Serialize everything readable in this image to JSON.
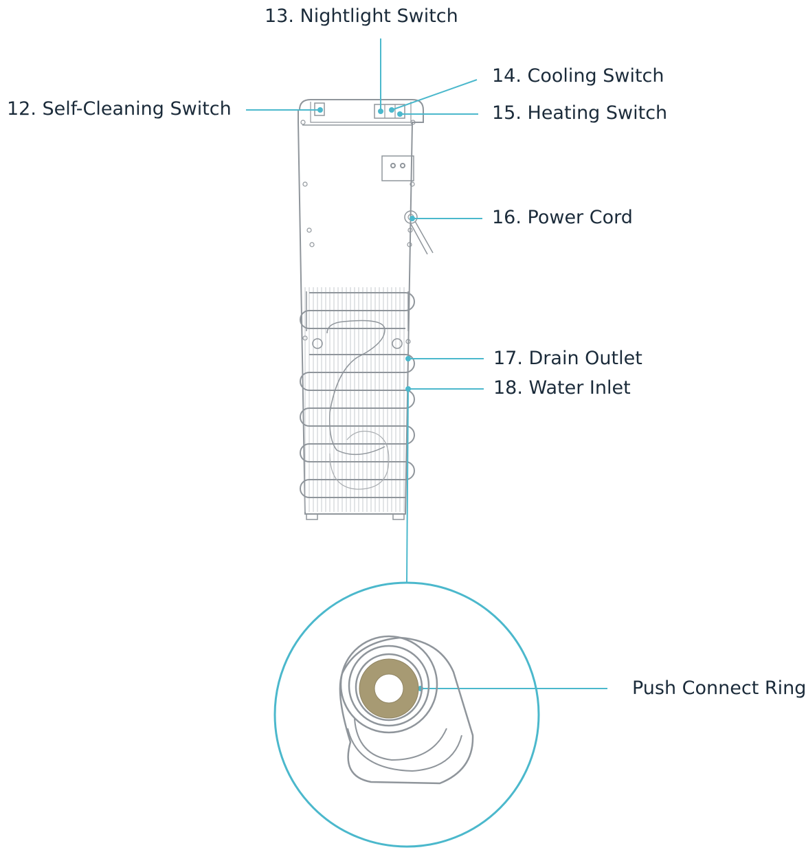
{
  "labels": {
    "self_cleaning_switch": "12. Self-Cleaning Switch",
    "nightlight_switch": "13. Nightlight Switch",
    "cooling_switch": "14. Cooling Switch",
    "heating_switch": "15. Heating Switch",
    "power_cord": "16. Power Cord",
    "drain_outlet": "17. Drain Outlet",
    "water_inlet": "18. Water Inlet",
    "push_connect_ring": "Push Connect Ring"
  },
  "colors": {
    "callout": "#4bb8cc",
    "outline": "#8f959b",
    "ring": "#a79a73",
    "text": "#1b2b3a"
  }
}
